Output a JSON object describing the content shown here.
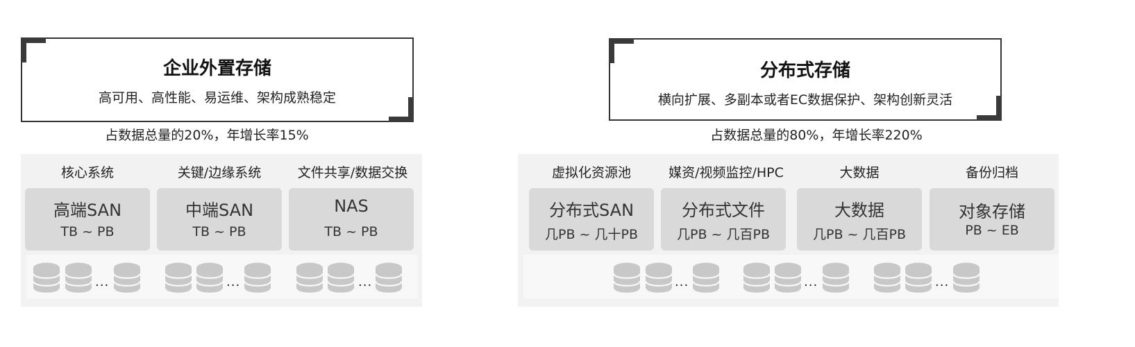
{
  "left": {
    "title": "企业外置存储",
    "subtitle": "高可用、高性能、易运维、架构成熟稳定",
    "stat": "占数据总量的20%，年增长率15%",
    "categories": [
      "核心系统",
      "关键/边缘系统",
      "文件共享/数据交换"
    ],
    "cards": [
      {
        "name": "高端SAN",
        "range": "TB ~ PB"
      },
      {
        "name": "中端SAN",
        "range": "TB ~ PB"
      },
      {
        "name": "NAS",
        "range": "TB ~ PB"
      }
    ],
    "ellipsis": "..."
  },
  "right": {
    "title": "分布式存储",
    "subtitle": "横向扩展、多副本或者EC数据保护、架构创新灵活",
    "stat": "占数据总量的80%，年增长率220%",
    "categories": [
      "虚拟化资源池",
      "媒资/视频监控/HPC",
      "大数据",
      "备份归档"
    ],
    "cards": [
      {
        "name": "分布式SAN",
        "range": "几PB ~ 几十PB"
      },
      {
        "name": "分布式文件",
        "range": "几PB ~ 几百PB"
      },
      {
        "name": "大数据",
        "range": "几PB ~ 几百PB"
      },
      {
        "name": "对象存储",
        "range": "PB ~ EB"
      }
    ],
    "ellipsis": "..."
  },
  "colors": {
    "frame": "#333333",
    "panel_bg": "#f2f2f2",
    "card_bg": "#d9d9d9",
    "disk": "#c8c8c8"
  },
  "icons": {
    "disk": "database-disk-icon"
  }
}
